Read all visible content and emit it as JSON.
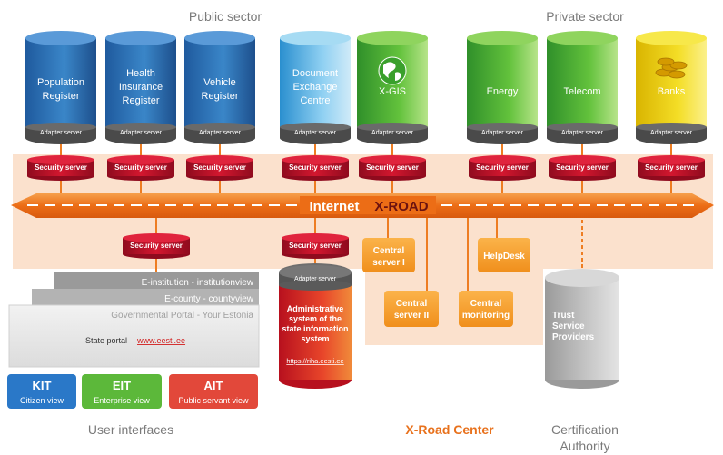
{
  "sector_labels": {
    "public": "Public sector",
    "private": "Private sector"
  },
  "databases": [
    {
      "id": "population",
      "lines": [
        "Population",
        "Register"
      ],
      "adapter": "Adapter server",
      "color": "blue"
    },
    {
      "id": "health",
      "lines": [
        "Health",
        "Insurance",
        "Register"
      ],
      "adapter": "Adapter server",
      "color": "blue"
    },
    {
      "id": "vehicle",
      "lines": [
        "Vehicle",
        "Register"
      ],
      "adapter": "Adapter server",
      "color": "blue"
    },
    {
      "id": "document",
      "lines": [
        "Document",
        "Exchange",
        "Centre"
      ],
      "adapter": "Adapter server",
      "color": "lightblue"
    },
    {
      "id": "xgis",
      "lines": [
        "X-GIS"
      ],
      "adapter": "Adapter server",
      "color": "green",
      "icon": "globe-icon"
    },
    {
      "id": "energy",
      "lines": [
        "Energy"
      ],
      "adapter": "Adapter server",
      "color": "green"
    },
    {
      "id": "telecom",
      "lines": [
        "Telecom"
      ],
      "adapter": "Adapter server",
      "color": "green"
    },
    {
      "id": "banks",
      "lines": [
        "Banks"
      ],
      "adapter": "Adapter server",
      "color": "yellow",
      "icon": "coins-icon"
    }
  ],
  "security_server_label": "Security server",
  "bus": {
    "left": "Internet",
    "right": "X-ROAD"
  },
  "center_boxes": [
    {
      "id": "central-server-1",
      "lines": [
        "Central",
        "server I"
      ]
    },
    {
      "id": "helpdesk",
      "lines": [
        "HelpDesk"
      ]
    },
    {
      "id": "central-server-2",
      "lines": [
        "Central",
        "server II"
      ]
    },
    {
      "id": "central-monitoring",
      "lines": [
        "Central",
        "monitoring"
      ]
    }
  ],
  "admin_system": {
    "adapter": "Adapter server",
    "lines": [
      "Administrative",
      "system of the",
      "state information",
      "system"
    ],
    "url": "https://riha.eesti.ee"
  },
  "trust": {
    "lines": [
      "Trust",
      "Service",
      "Providers"
    ]
  },
  "portal_layers": {
    "institution": "E-institution - institutionview",
    "county": "E-county - countyview",
    "portal": "Governmental Portal - Your Estonia",
    "state_portal_label": "State portal",
    "state_portal_link": "www.eesti.ee"
  },
  "views": [
    {
      "id": "kit",
      "title": "KIT",
      "subtitle": "Citizen view",
      "color": "#2a78c8"
    },
    {
      "id": "eit",
      "title": "EIT",
      "subtitle": "Enterprise view",
      "color": "#5cb83a"
    },
    {
      "id": "ait",
      "title": "AIT",
      "subtitle": "Public servant view",
      "color": "#e2483a"
    }
  ],
  "bottom_labels": {
    "user_interfaces": "User interfaces",
    "xroad_center": "X-Road Center",
    "certification_line1": "Certification",
    "certification_line2": "Authority"
  },
  "colors": {
    "accent": "#ee7d22",
    "bus": "#f07c22",
    "security": "#c8102e",
    "panel": "#fbe1cd",
    "text_gray": "#7a7a7a",
    "xroad_center": "#e8711c"
  }
}
